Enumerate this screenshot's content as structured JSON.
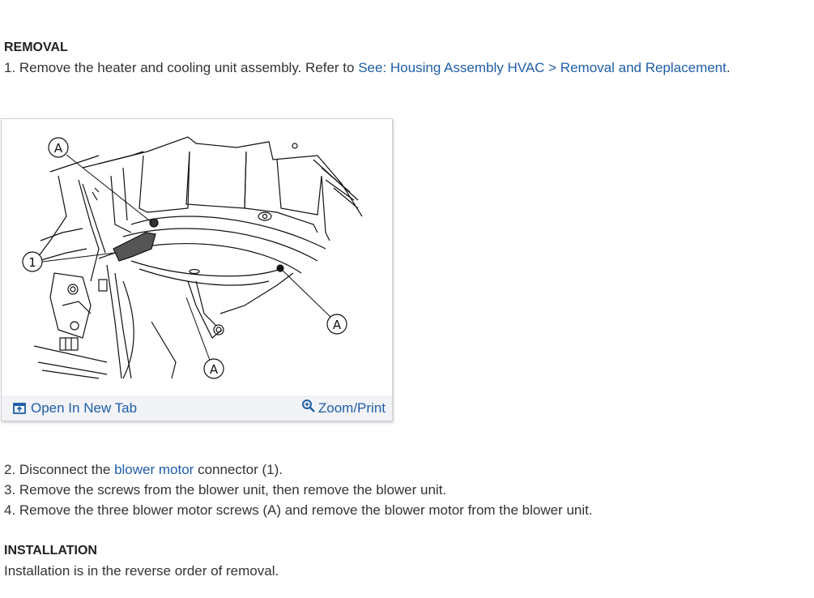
{
  "removal": {
    "heading": "REMOVAL",
    "step1_text": "1. Remove the heater and cooling unit assembly. Refer to ",
    "step1_link": "See: Housing Assembly HVAC > Removal and Replacement",
    "step1_end": "."
  },
  "figure": {
    "callouts": {
      "a_top": "A",
      "one": "1",
      "a_right": "A",
      "a_bottom": "A"
    },
    "open_new_tab_label": "Open In New Tab",
    "open_new_tab_icon": "open-new-tab-icon",
    "zoom_print_label": "Zoom/Print",
    "zoom_print_icon": "zoom-in-icon"
  },
  "steps": {
    "step2_prefix": "2. Disconnect the ",
    "step2_link": "blower motor",
    "step2_suffix": " connector (1).",
    "step3": "3. Remove the screws from the blower unit, then remove the blower unit.",
    "step4": "4. Remove the three blower motor screws (A) and remove the blower motor from the blower unit."
  },
  "installation": {
    "heading": "INSTALLATION",
    "text": "Installation is in the reverse order of removal."
  },
  "colors": {
    "link": "#1f5ea8",
    "text": "#333333",
    "figure_bar": "#f1f3f7"
  }
}
